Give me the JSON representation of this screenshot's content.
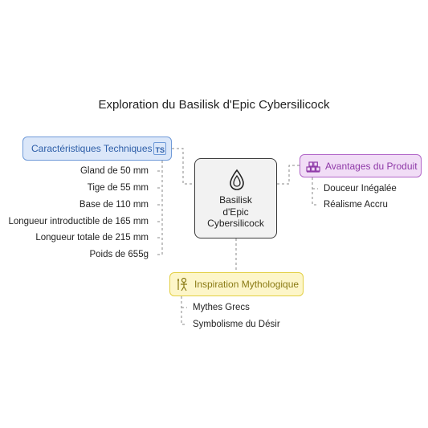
{
  "title": "Exploration du Basilisk d'Epic Cybersilicock",
  "center": {
    "label_lines": [
      "Basilisk",
      "d'Epic",
      "Cybersilicock"
    ],
    "icon": "droplet-icon"
  },
  "technical": {
    "label": "Caractéristiques Techniques",
    "icon_text": "TS",
    "items": [
      "Gland de 50 mm",
      "Tige de 55 mm",
      "Base de 110 mm",
      "Longueur introductible de 165 mm",
      "Longueur totale de 215 mm",
      "Poids de 655g"
    ]
  },
  "advantages": {
    "label": "Avantages du Produit",
    "icon": "gift-boxes-icon",
    "items": [
      "Douceur Inégalée",
      "Réalisme Accru"
    ]
  },
  "mythology": {
    "label": "Inspiration Mythologique",
    "icon": "mythical-figure-icon",
    "items": [
      "Mythes Grecs",
      "Symbolisme du Désir"
    ]
  },
  "colors": {
    "technical": "#6f9ad8",
    "advantages": "#b266c8",
    "mythology": "#e3cf43",
    "center_border": "#3a3a3a"
  }
}
